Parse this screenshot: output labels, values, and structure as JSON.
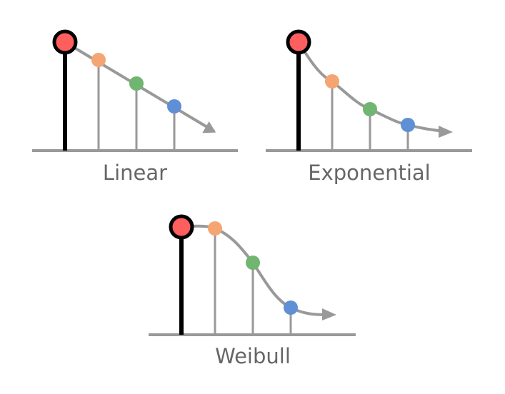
{
  "panels": [
    {
      "label": "Linear"
    },
    {
      "label": "Exponential"
    },
    {
      "label": "Weibull"
    }
  ],
  "colors": {
    "start": "#fd5e5e",
    "point1": "#f4a571",
    "point2": "#70b570",
    "point3": "#5f8fd4",
    "line": "#999999",
    "stem": "#000000"
  }
}
